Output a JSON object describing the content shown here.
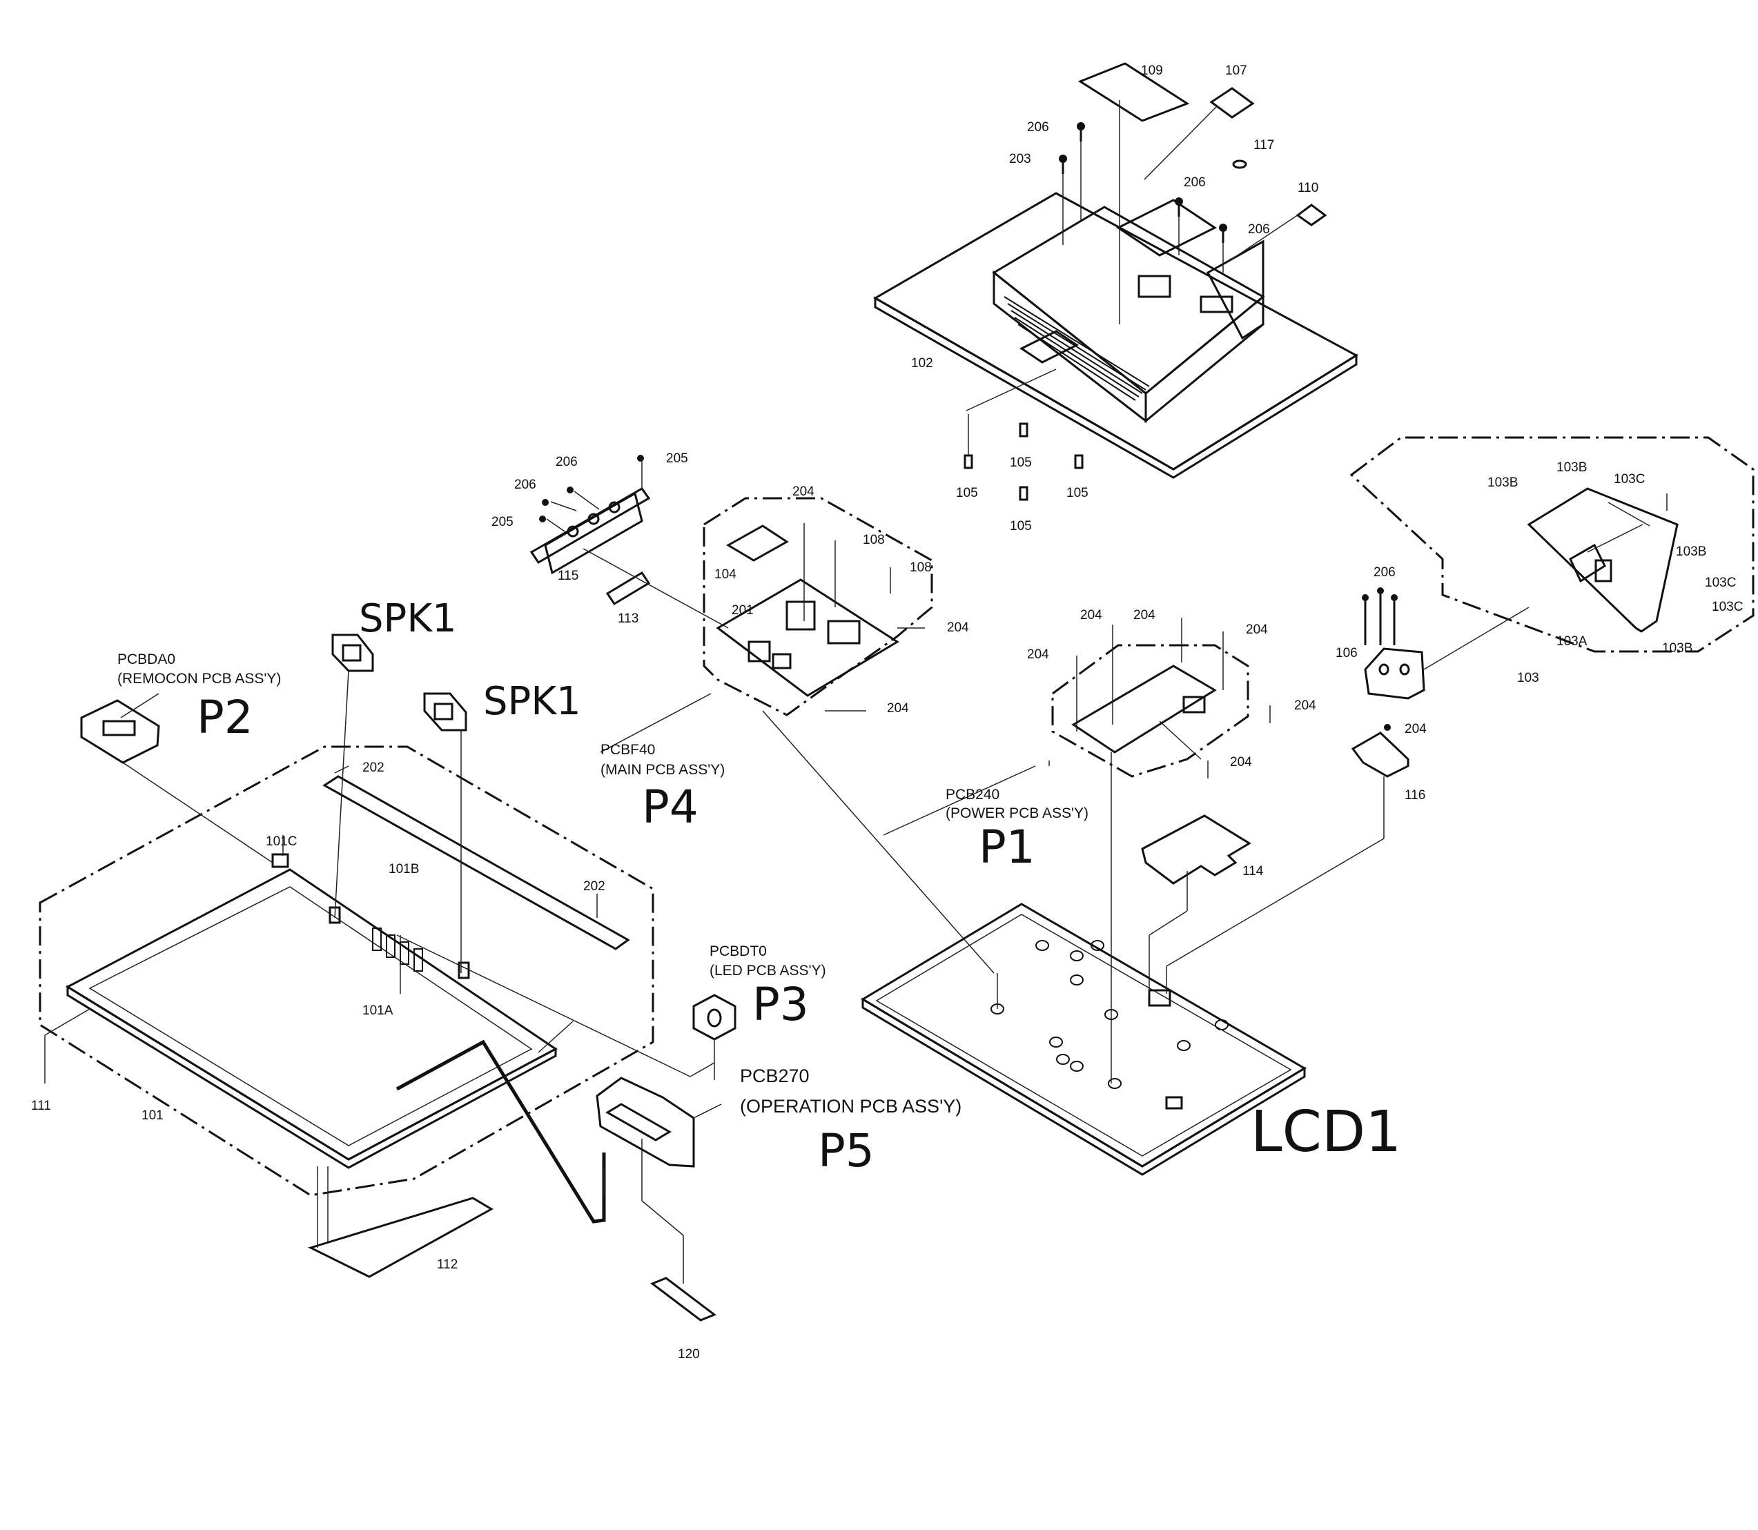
{
  "diagram": {
    "part_numbers": [
      {
        "id": "p109",
        "text": "109"
      },
      {
        "id": "p107",
        "text": "107"
      },
      {
        "id": "p206a",
        "text": "206"
      },
      {
        "id": "p203",
        "text": "203"
      },
      {
        "id": "p117",
        "text": "117"
      },
      {
        "id": "p206b",
        "text": "206"
      },
      {
        "id": "p110",
        "text": "110"
      },
      {
        "id": "p206c",
        "text": "206"
      },
      {
        "id": "p102",
        "text": "102"
      },
      {
        "id": "p105a",
        "text": "105"
      },
      {
        "id": "p105b",
        "text": "105"
      },
      {
        "id": "p105c",
        "text": "105"
      },
      {
        "id": "p105d",
        "text": "105"
      },
      {
        "id": "p206d",
        "text": "206"
      },
      {
        "id": "p205a",
        "text": "205"
      },
      {
        "id": "p206e",
        "text": "206"
      },
      {
        "id": "p205b",
        "text": "205"
      },
      {
        "id": "p115",
        "text": "115"
      },
      {
        "id": "p113",
        "text": "113"
      },
      {
        "id": "p204a",
        "text": "204"
      },
      {
        "id": "p108a",
        "text": "108"
      },
      {
        "id": "p108b",
        "text": "108"
      },
      {
        "id": "p104",
        "text": "104"
      },
      {
        "id": "p201",
        "text": "201"
      },
      {
        "id": "p204b",
        "text": "204"
      },
      {
        "id": "p204c",
        "text": "204"
      },
      {
        "id": "p103B1",
        "text": "103B"
      },
      {
        "id": "p103B2",
        "text": "103B"
      },
      {
        "id": "p103C1",
        "text": "103C"
      },
      {
        "id": "p103B3",
        "text": "103B"
      },
      {
        "id": "p103C2",
        "text": "103C"
      },
      {
        "id": "p103C3",
        "text": "103C"
      },
      {
        "id": "p103A",
        "text": "103A"
      },
      {
        "id": "p103B4",
        "text": "103B"
      },
      {
        "id": "p103",
        "text": "103"
      },
      {
        "id": "p206f",
        "text": "206"
      },
      {
        "id": "p106",
        "text": "106"
      },
      {
        "id": "p204d",
        "text": "204"
      },
      {
        "id": "p116",
        "text": "116"
      },
      {
        "id": "p204e",
        "text": "204"
      },
      {
        "id": "p204f",
        "text": "204"
      },
      {
        "id": "p204g",
        "text": "204"
      },
      {
        "id": "p204h",
        "text": "204"
      },
      {
        "id": "p204i",
        "text": "204"
      },
      {
        "id": "p204j",
        "text": "204"
      },
      {
        "id": "p114",
        "text": "114"
      },
      {
        "id": "p202a",
        "text": "202"
      },
      {
        "id": "p101C",
        "text": "101C"
      },
      {
        "id": "p101B",
        "text": "101B"
      },
      {
        "id": "p202b",
        "text": "202"
      },
      {
        "id": "p101A",
        "text": "101A"
      },
      {
        "id": "p111",
        "text": "111"
      },
      {
        "id": "p101",
        "text": "101"
      },
      {
        "id": "p112",
        "text": "112"
      },
      {
        "id": "p120",
        "text": "120"
      }
    ],
    "pcb_labels": [
      {
        "id": "pcbda0",
        "code": "PCBDA0",
        "desc": "(REMOCON PCB ASS'Y)"
      },
      {
        "id": "pcbf40",
        "code": "PCBF40",
        "desc": "(MAIN PCB ASS'Y)"
      },
      {
        "id": "pcb240",
        "code": "PCB240",
        "desc": "(POWER PCB ASS'Y)"
      },
      {
        "id": "pcbdt0",
        "code": "PCBDT0",
        "desc": "(LED PCB ASS'Y)"
      },
      {
        "id": "pcb270",
        "code": "PCB270",
        "desc": "(OPERATION PCB ASS'Y)"
      }
    ],
    "handwritten": [
      {
        "id": "spk1a",
        "text": "SPK1"
      },
      {
        "id": "spk1b",
        "text": "SPK1"
      },
      {
        "id": "P2",
        "text": "P2"
      },
      {
        "id": "P4",
        "text": "P4"
      },
      {
        "id": "P1",
        "text": "P1"
      },
      {
        "id": "P3",
        "text": "P3"
      },
      {
        "id": "P5",
        "text": "P5"
      },
      {
        "id": "LCD1",
        "text": "LCD1"
      }
    ]
  }
}
